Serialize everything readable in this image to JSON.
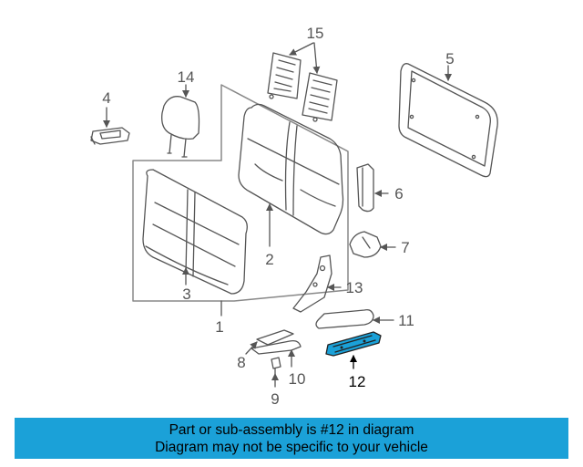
{
  "callouts": {
    "c1": "1",
    "c2": "2",
    "c3": "3",
    "c4": "4",
    "c5": "5",
    "c6": "6",
    "c7": "7",
    "c8": "8",
    "c9": "9",
    "c10": "10",
    "c11": "11",
    "c12": "12",
    "c13": "13",
    "c14": "14",
    "c15": "15"
  },
  "highlighted_part": "12",
  "colors": {
    "highlight": "#1ba1d8",
    "line": "#555555",
    "banner": "#1ba1d8"
  },
  "banner": {
    "line1": "Part or sub-assembly is #12 in diagram",
    "line2": "Diagram may not be specific to your vehicle"
  }
}
